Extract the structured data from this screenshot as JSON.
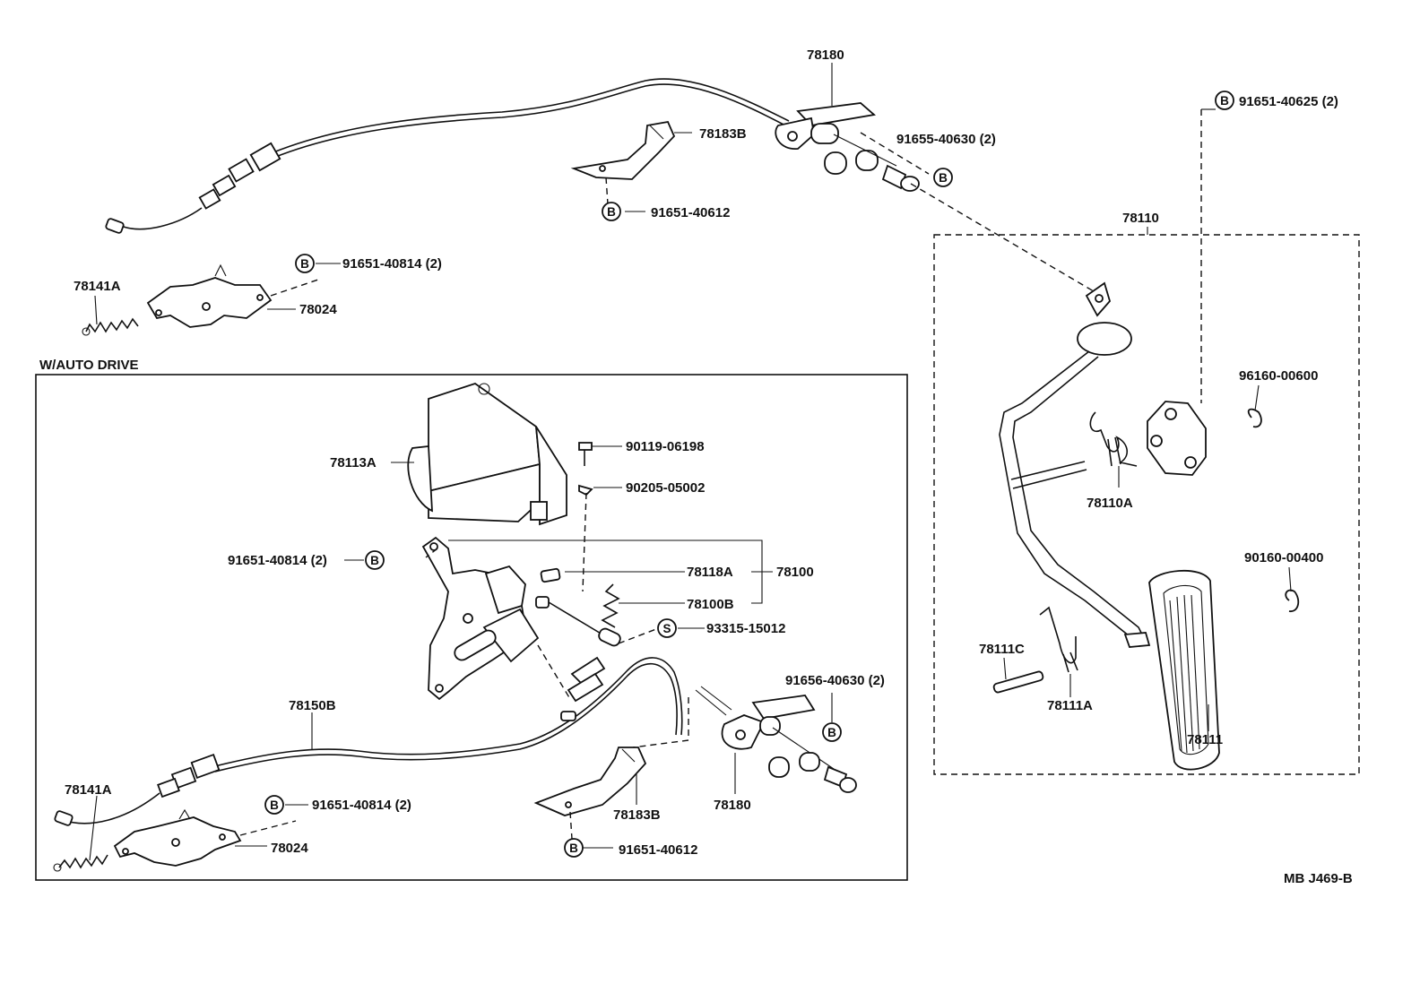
{
  "section_title": "W/AUTO DRIVE",
  "diagram_code": "MB J469-B",
  "symbol_b": "B",
  "symbol_s": "S",
  "labels": {
    "p78180_top": "78180",
    "p78183B_top": "78183B",
    "p91655": "91655-40630 (2)",
    "p91651_40612_top": "91651-40612",
    "p91651_40625": "91651-40625 (2)",
    "p78110": "78110",
    "p91651_40814_top": "91651-40814 (2)",
    "p78141A_top": "78141A",
    "p78024_top": "78024",
    "p96160": "96160-00600",
    "p78110A": "78110A",
    "p90160": "90160-00400",
    "p78111C": "78111C",
    "p78111A": "78111A",
    "p78111": "78111",
    "p78113A": "78113A",
    "p90119": "90119-06198",
    "p90205": "90205-05002",
    "p91651_40814_mid": "91651-40814 (2)",
    "p78118A": "78118A",
    "p78100": "78100",
    "p78100B": "78100B",
    "p93315": "93315-15012",
    "p78150B": "78150B",
    "p91656": "91656-40630 (2)",
    "p78141A_bot": "78141A",
    "p91651_40814_bot": "91651-40814 (2)",
    "p78024_bot": "78024",
    "p78183B_bot": "78183B",
    "p78180_bot": "78180",
    "p91651_40612_bot": "91651-40612"
  }
}
